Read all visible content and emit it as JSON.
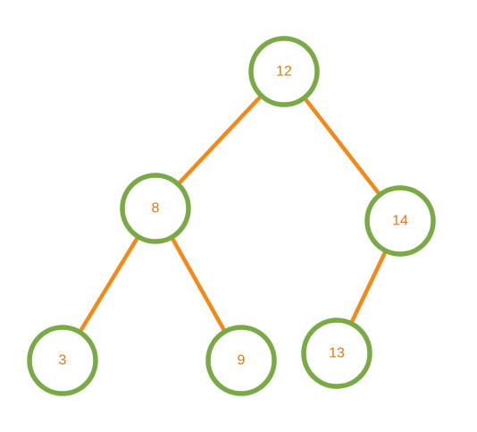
{
  "colors": {
    "node_stroke": "#7aaa46",
    "edge": "#f28a1a",
    "label": "#e07a14"
  },
  "tree": {
    "nodes": [
      {
        "id": "n12",
        "label": "12"
      },
      {
        "id": "n8",
        "label": "8"
      },
      {
        "id": "n14",
        "label": "14"
      },
      {
        "id": "n3",
        "label": "3"
      },
      {
        "id": "n9",
        "label": "9"
      },
      {
        "id": "n13",
        "label": "13"
      }
    ],
    "edges": [
      {
        "from": "n12",
        "to": "n8"
      },
      {
        "from": "n12",
        "to": "n14"
      },
      {
        "from": "n8",
        "to": "n3"
      },
      {
        "from": "n8",
        "to": "n9"
      },
      {
        "from": "n14",
        "to": "n13"
      }
    ]
  }
}
